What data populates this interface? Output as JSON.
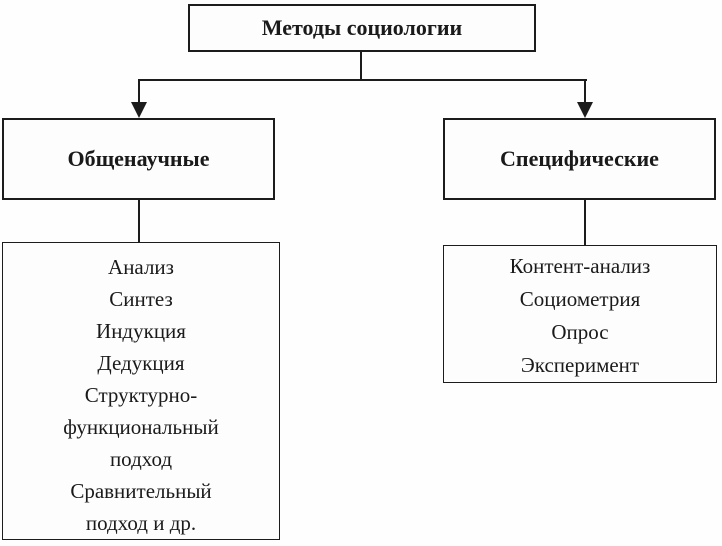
{
  "diagram": {
    "title": "Методы социологии",
    "branches": [
      {
        "label": "Общенаучные",
        "items": [
          "Анализ",
          "Синтез",
          "Индукция",
          "Дедукция",
          "Структурно-функциональный подход",
          "Сравнительный подход и др."
        ]
      },
      {
        "label": "Специфические",
        "items": [
          "Контент-анализ",
          "Социометрия",
          "Опрос",
          "Эксперимент"
        ]
      }
    ],
    "colors": {
      "line": "#1c1c1c",
      "text": "#1a1a1a",
      "box_fill": "#fdfdfd",
      "background": "#fefefe"
    }
  }
}
